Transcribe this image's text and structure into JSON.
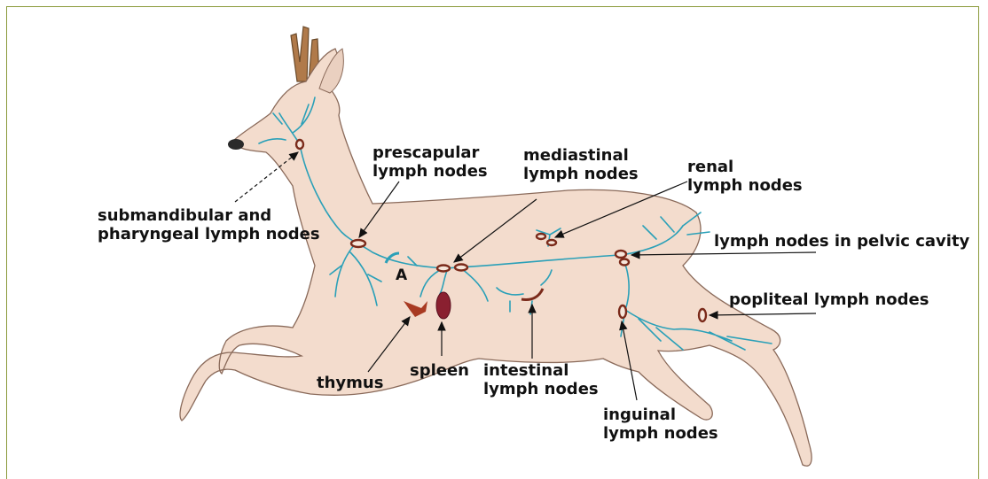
{
  "colors": {
    "frame": "#8a9a3a",
    "body_fill": "#f3dccd",
    "body_outline": "#8a6a5a",
    "lymph_vessel": "#2aa0b8",
    "lymph_node": "#7a2a1a",
    "spleen": "#8a2030",
    "thymus": "#a83a22",
    "arrow": "#111111"
  },
  "marker": "A",
  "labels": {
    "prescapular": [
      "prescapular",
      "lymph nodes"
    ],
    "mediastinal": [
      "mediastinal",
      "lymph nodes"
    ],
    "renal": [
      "renal",
      "lymph nodes"
    ],
    "submandibular": [
      "submandibular and",
      "pharyngeal lymph nodes"
    ],
    "pelvic": "lymph nodes in pelvic cavity",
    "popliteal": "popliteal lymph nodes",
    "thymus": "thymus",
    "spleen": "spleen",
    "intestinal": [
      "intestinal",
      "lymph nodes"
    ],
    "inguinal": [
      "inguinal",
      "lymph nodes"
    ]
  }
}
